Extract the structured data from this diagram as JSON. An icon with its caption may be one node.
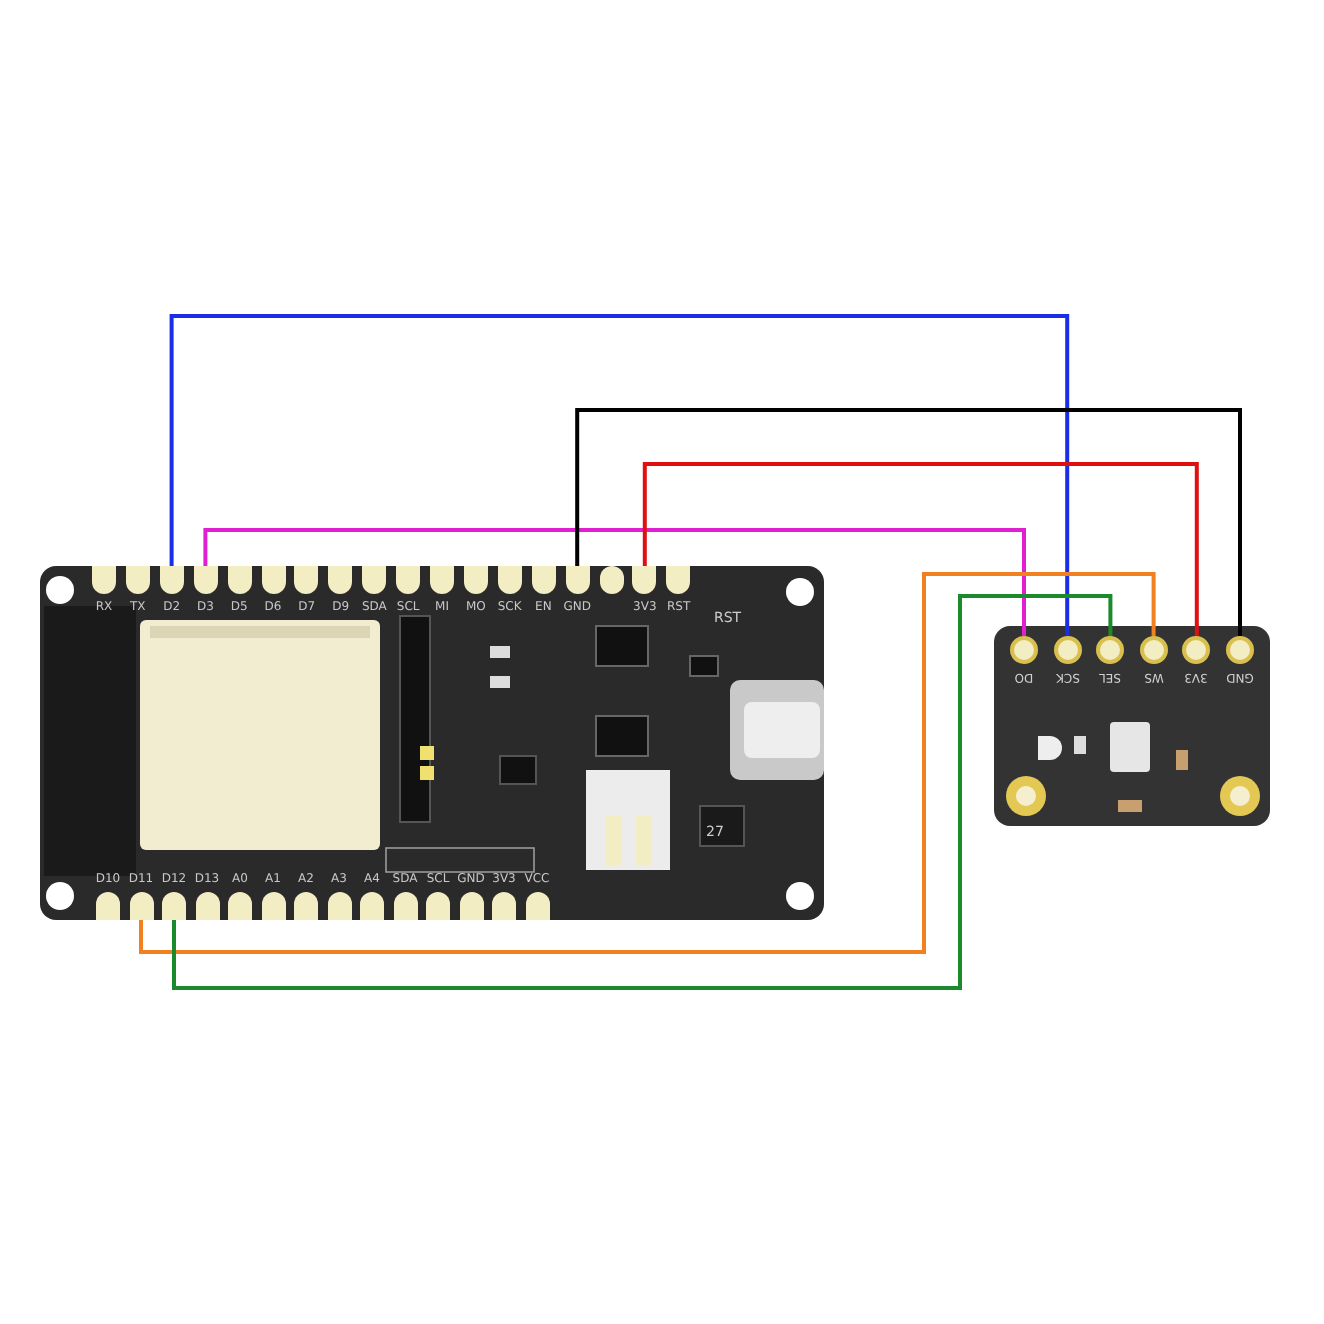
{
  "diagram": {
    "nodes": [
      {
        "text": [],
        "shape": "picture"
      },
      {
        "text": [
          "RX"
        ],
        "in": 0
      },
      {
        "text": [
          "TX"
        ],
        "in": 0
      },
      {
        "text": [
          "D2"
        ],
        "in": 0
      },
      {
        "text": [
          "D3"
        ],
        "in": 0
      },
      {
        "text": [
          "D5"
        ],
        "in": 0
      },
      {
        "text": [
          "D6"
        ],
        "in": 0
      },
      {
        "text": [
          "D7"
        ],
        "in": 0
      },
      {
        "text": [
          "D9"
        ],
        "in": 0
      },
      {
        "text": [
          "SDA"
        ],
        "in": 0
      },
      {
        "text": [
          "SCL"
        ],
        "in": 0
      },
      {
        "text": [
          "MI"
        ],
        "in": 0
      },
      {
        "text": [
          "MO"
        ],
        "in": 0
      },
      {
        "text": [
          "SCK"
        ],
        "in": 0
      },
      {
        "text": [
          "EN"
        ],
        "in": 0
      },
      {
        "text": [
          "GND"
        ],
        "in": 0
      },
      {
        "text": [],
        "shape": "circle",
        "in": 0
      },
      {
        "text": [
          "3V3"
        ],
        "in": 0
      },
      {
        "text": [
          "RST"
        ],
        "in": 0
      },
      {
        "text": [
          "D10"
        ],
        "in": 0
      },
      {
        "text": [
          "D11"
        ],
        "in": 0
      },
      {
        "text": [
          "D12"
        ],
        "in": 0
      },
      {
        "text": [
          "D13"
        ],
        "in": 0
      },
      {
        "text": [
          "A0"
        ],
        "in": 0
      },
      {
        "text": [
          "A1"
        ],
        "in": 0
      },
      {
        "text": [
          "A2"
        ],
        "in": 0
      },
      {
        "text": [
          "A3"
        ],
        "in": 0
      },
      {
        "text": [
          "A4"
        ],
        "in": 0
      },
      {
        "text": [
          "SDA"
        ],
        "in": 0
      },
      {
        "text": [
          "SCL"
        ],
        "in": 0
      },
      {
        "text": [
          "GND"
        ],
        "in": 0
      },
      {
        "text": [
          "3V3"
        ],
        "in": 0
      },
      {
        "text": [
          "VCC"
        ],
        "in": 0
      },
      {
        "text": [],
        "shape": "picture"
      },
      {
        "text": [
          "DO"
        ],
        "in": 33
      },
      {
        "text": [
          "SCK"
        ],
        "in": 33
      },
      {
        "text": [
          "SEL"
        ],
        "in": 33
      },
      {
        "text": [
          "WS"
        ],
        "in": 33
      },
      {
        "text": [
          "3V3"
        ],
        "in": 33
      },
      {
        "text": [
          "GND"
        ],
        "in": 33
      }
    ],
    "edges": [
      {
        "from": 3,
        "to": 35,
        "arrow": "none",
        "color": "#1a2ee6"
      },
      {
        "from": 4,
        "to": 34,
        "arrow": "none",
        "color": "#e020d0"
      },
      {
        "from": 15,
        "to": 39,
        "arrow": "none",
        "color": "#000000"
      },
      {
        "from": 17,
        "to": 38,
        "arrow": "none",
        "color": "#e01010"
      },
      {
        "from": 20,
        "to": 37,
        "arrow": "none",
        "color": "#f08020"
      },
      {
        "from": 21,
        "to": 36,
        "arrow": "none",
        "color": "#1a8a2a"
      }
    ],
    "labels": [
      "RST",
      "27"
    ]
  }
}
